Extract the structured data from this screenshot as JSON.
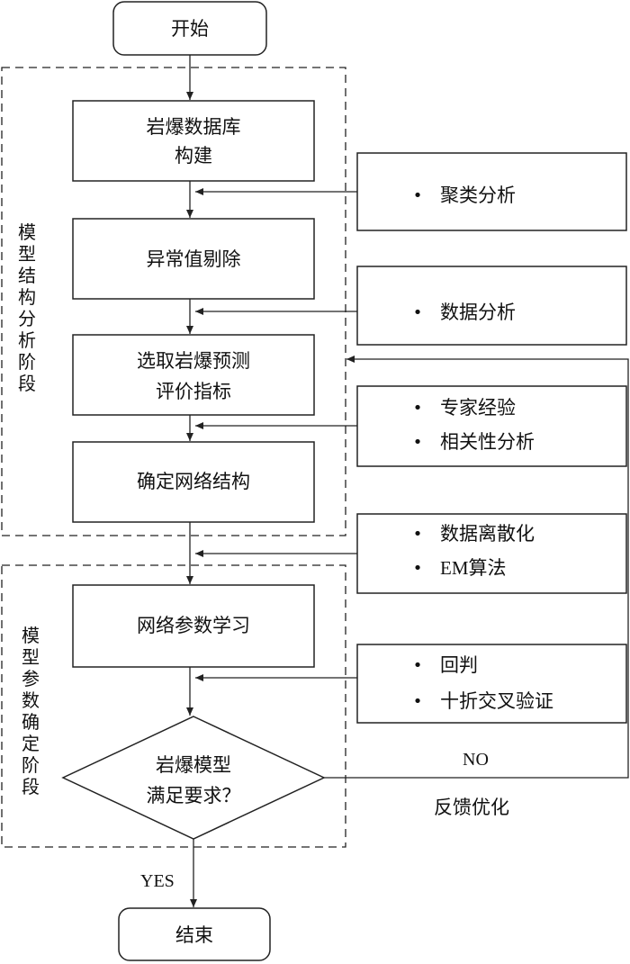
{
  "terminals": {
    "start": "开始",
    "end": "结束"
  },
  "stages": {
    "structure": "模型结构分析阶段",
    "parameter": "模型参数确定阶段"
  },
  "process_steps": {
    "build_db": [
      "岩爆数据库",
      "构建"
    ],
    "remove_outliers": [
      "异常值剔除"
    ],
    "select_indicators": [
      "选取岩爆预测",
      "评价指标"
    ],
    "network_structure": [
      "确定网络结构"
    ],
    "param_learning": [
      "网络参数学习"
    ]
  },
  "decision": [
    "岩爆模型",
    "满足要求？"
  ],
  "method_boxes": {
    "cluster": [
      "聚类分析"
    ],
    "data_analysis": [
      "数据分析"
    ],
    "expert": [
      "专家经验",
      "相关性分析"
    ],
    "discretize": [
      "数据离散化",
      "EM算法"
    ],
    "validate": [
      "回判",
      "十折交叉验证"
    ]
  },
  "labels": {
    "yes": "YES",
    "no": "NO",
    "feedback": "反馈优化"
  },
  "bullet": "•"
}
